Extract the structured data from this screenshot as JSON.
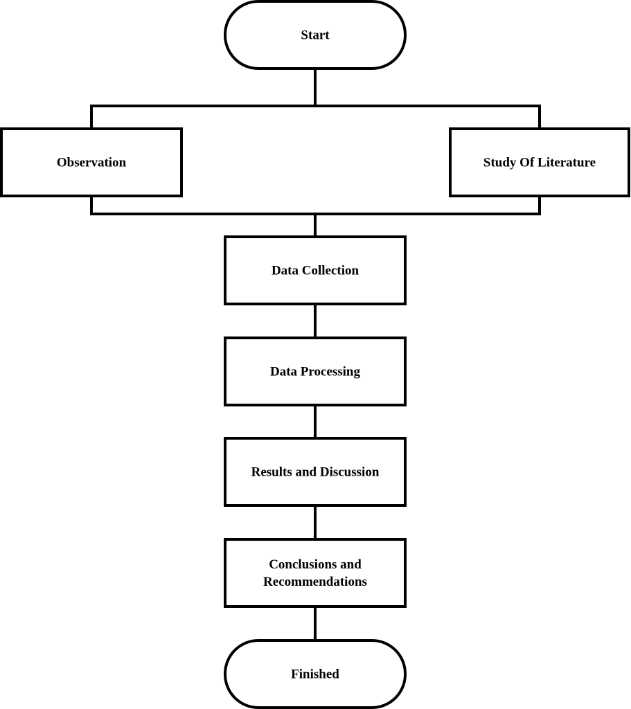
{
  "diagram": {
    "nodes": {
      "start": {
        "lines": [
          "Start"
        ],
        "shape": "terminal"
      },
      "observation": {
        "lines": [
          "Observation"
        ],
        "shape": "process"
      },
      "literature": {
        "lines": [
          "Study Of Literature"
        ],
        "shape": "process"
      },
      "data_collection": {
        "lines": [
          "Data Collection"
        ],
        "shape": "process"
      },
      "data_processing": {
        "lines": [
          "Data Processing"
        ],
        "shape": "process"
      },
      "results": {
        "lines": [
          "Results and Discussion"
        ],
        "shape": "process"
      },
      "conclusions": {
        "lines": [
          "Conclusions and",
          "Recommendations"
        ],
        "shape": "process"
      },
      "finished": {
        "lines": [
          "Finished"
        ],
        "shape": "terminal"
      }
    },
    "edges": [
      {
        "from": "start",
        "to": "observation"
      },
      {
        "from": "start",
        "to": "literature"
      },
      {
        "from": "observation",
        "to": "data_collection"
      },
      {
        "from": "literature",
        "to": "data_collection"
      },
      {
        "from": "data_collection",
        "to": "data_processing"
      },
      {
        "from": "data_processing",
        "to": "results"
      },
      {
        "from": "results",
        "to": "conclusions"
      },
      {
        "from": "conclusions",
        "to": "finished"
      }
    ],
    "colors": {
      "stroke": "#000000",
      "fill": "#ffffff",
      "text": "#000000"
    }
  }
}
